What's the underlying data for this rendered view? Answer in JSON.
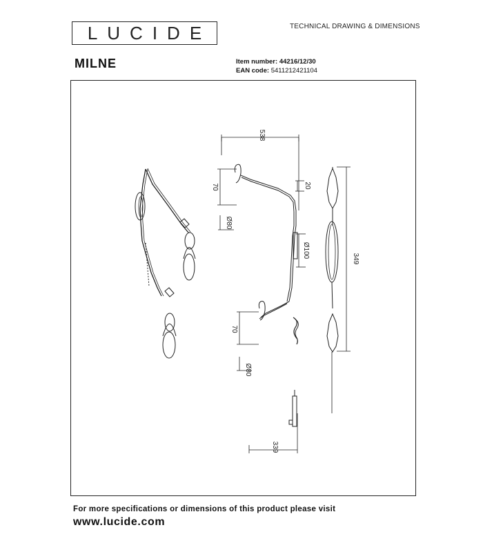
{
  "header": {
    "brand": "LUCIDE",
    "title": "TECHNICAL DRAWING & DIMENSIONS"
  },
  "product": {
    "name": "MILNE",
    "item_label": "Item number:",
    "item_value": "44216/12/30",
    "ean_label": "EAN code:",
    "ean_value": "5411212421104"
  },
  "drawing": {
    "dim_width_top": "538",
    "dim_height_upper": "70",
    "dim_height_lower": "70",
    "dim_small": "20",
    "dim_diameter_head_upper": "Ø80",
    "dim_diameter_head_lower": "Ø80",
    "dim_base": "Ø100",
    "dim_total_height": "349",
    "dim_depth": "339"
  },
  "footer": {
    "line": "For more specifications or dimensions of this product please visit",
    "url": "www.lucide.com"
  }
}
